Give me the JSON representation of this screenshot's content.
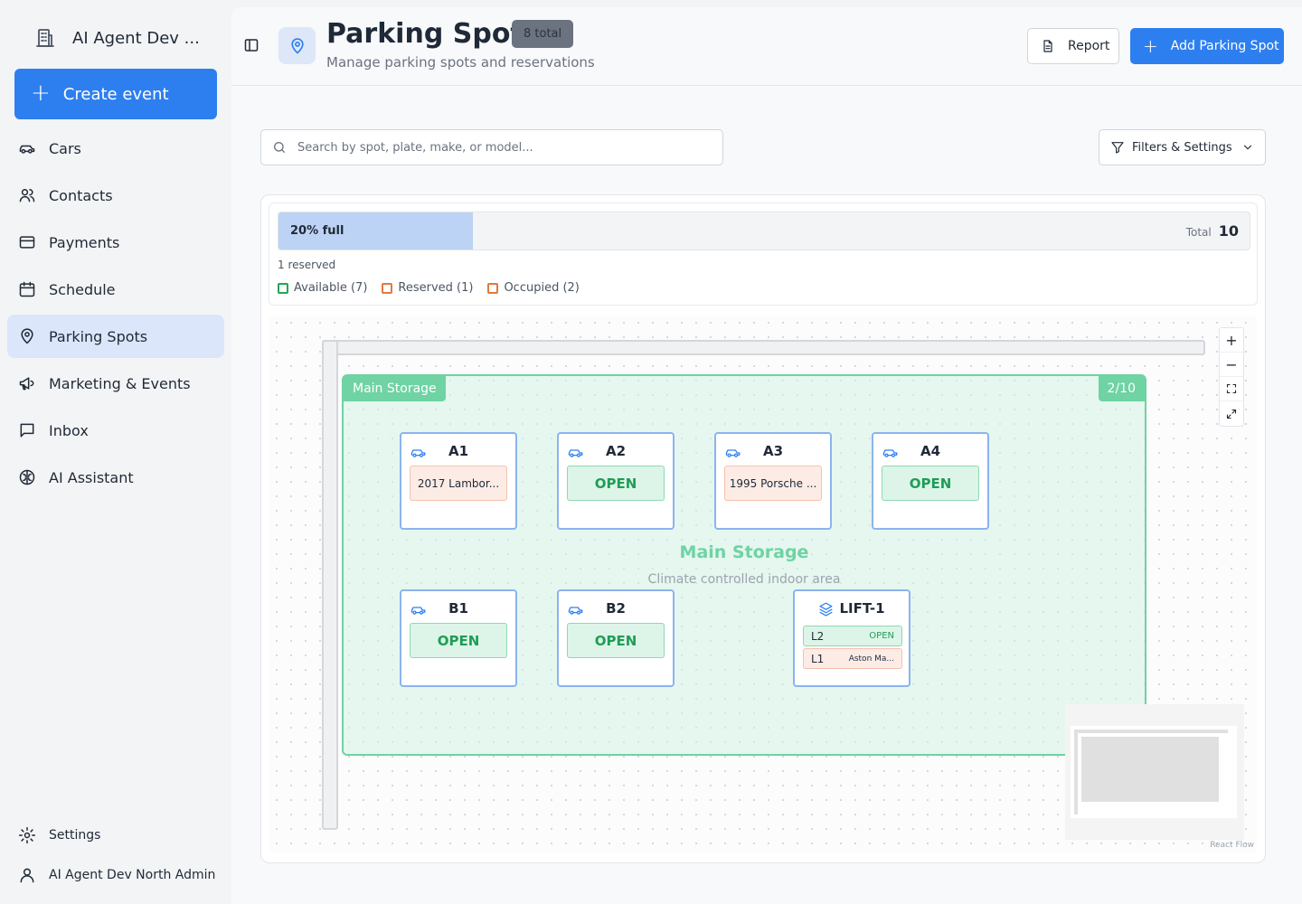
{
  "app": {
    "name": "AI Agent Dev ..."
  },
  "sidebar": {
    "create_label": "Create event",
    "items": [
      {
        "label": "Cars",
        "icon": "car-icon"
      },
      {
        "label": "Contacts",
        "icon": "users-icon"
      },
      {
        "label": "Payments",
        "icon": "credit-card-icon"
      },
      {
        "label": "Schedule",
        "icon": "calendar-icon"
      },
      {
        "label": "Parking Spots",
        "icon": "map-pin-icon",
        "active": true
      },
      {
        "label": "Marketing & Events",
        "icon": "megaphone-icon"
      },
      {
        "label": "Inbox",
        "icon": "inbox-icon"
      },
      {
        "label": "AI Assistant",
        "icon": "brain-icon"
      }
    ],
    "settings_label": "Settings",
    "user_label": "AI Agent Dev North Admin"
  },
  "header": {
    "title": "Parking Spots",
    "badge": "8 total",
    "subtitle": "Manage parking spots and reservations",
    "report_label": "Report",
    "add_label": "Add Parking Spot"
  },
  "toolbar": {
    "search_placeholder": "Search by spot, plate, make, or model...",
    "filters_label": "Filters & Settings"
  },
  "stats": {
    "fill_percent": 20,
    "full_label": "20% full",
    "total_label": "Total",
    "total_value": "10",
    "reserved_note": "1 reserved",
    "legend": [
      {
        "label": "Available (7)",
        "color": "#22a559"
      },
      {
        "label": "Reserved (1)",
        "color": "#e07a3c"
      },
      {
        "label": "Occupied (2)",
        "color": "#e07a3c"
      }
    ]
  },
  "map": {
    "zone": {
      "tag": "Main Storage",
      "count": "2/10",
      "title": "Main Storage",
      "description": "Climate controlled indoor area"
    },
    "spots": [
      {
        "id": "A1",
        "status": "occupied",
        "text": "2017 Lambor..."
      },
      {
        "id": "A2",
        "status": "open",
        "text": "OPEN"
      },
      {
        "id": "A3",
        "status": "occupied",
        "text": "1995 Porsche ..."
      },
      {
        "id": "A4",
        "status": "open",
        "text": "OPEN"
      },
      {
        "id": "B1",
        "status": "open",
        "text": "OPEN"
      },
      {
        "id": "B2",
        "status": "open",
        "text": "OPEN"
      }
    ],
    "lift": {
      "id": "LIFT-1",
      "levels": [
        {
          "level": "L2",
          "status": "OPEN"
        },
        {
          "level": "L1",
          "status": "Aston Ma..."
        }
      ]
    },
    "controls": [
      "+",
      "−"
    ],
    "attribution": "React Flow"
  },
  "colors": {
    "accent": "#2d7ff0",
    "available": "#22a559",
    "occupied": "#e07a3c",
    "zone": "#6fd3a3"
  }
}
